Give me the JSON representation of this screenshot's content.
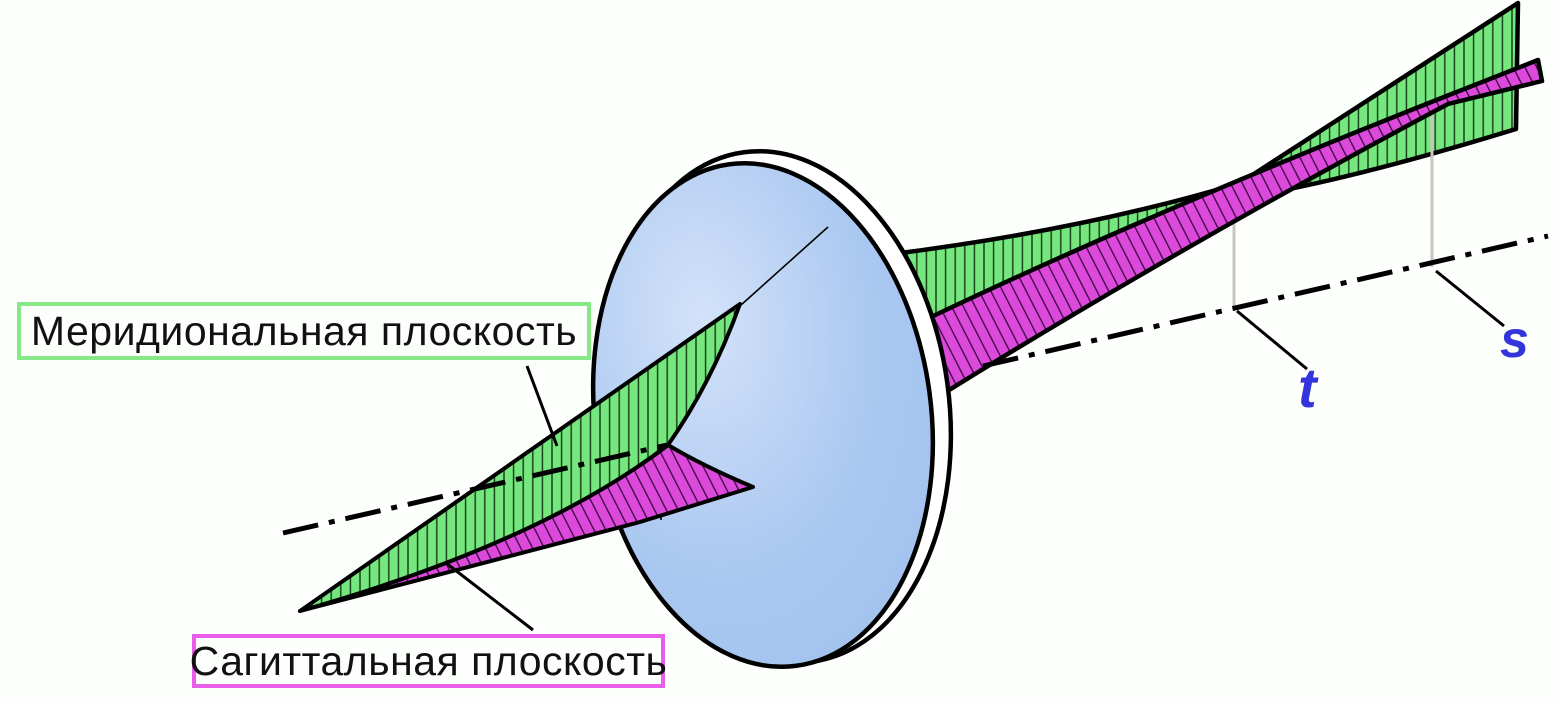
{
  "diagram": {
    "title_semantic": "Astigmatism of oblique beams through a lens",
    "labels": {
      "meridional": {
        "text": "Меридиональная плоскость"
      },
      "sagittal": {
        "text": "Сагиттальная плоскость"
      },
      "focus_t": {
        "text": "t"
      },
      "focus_s": {
        "text": "s"
      }
    },
    "elements": [
      "light source point (lower left)",
      "meridional plane fan (green, vertical hatching)",
      "sagittal plane fan (magenta, diagonal hatching)",
      "lens (light blue ellipse with rim)",
      "optical axis (dash-dot line)",
      "tangential focal line t (gray vertical line)",
      "sagittal focal line s (gray vertical line)"
    ]
  },
  "colors": {
    "bg": "#FCFFFC",
    "green_fill": "#76E77E",
    "green_hatch": "#123A12",
    "green_label_border": "#87E887",
    "magenta_fill": "#DC4ADC",
    "magenta_hatch": "#45094A",
    "magenta_label_border": "#EA5CEA",
    "lens_blue_light": "#D3E2F9",
    "lens_blue": "#A9C7F0",
    "lens_blue_deep": "#9FC0ED",
    "outline": "#000000",
    "focal_line_gray": "#C9C4BE",
    "label_text": "#111111",
    "blue_label": "#3434DC"
  }
}
